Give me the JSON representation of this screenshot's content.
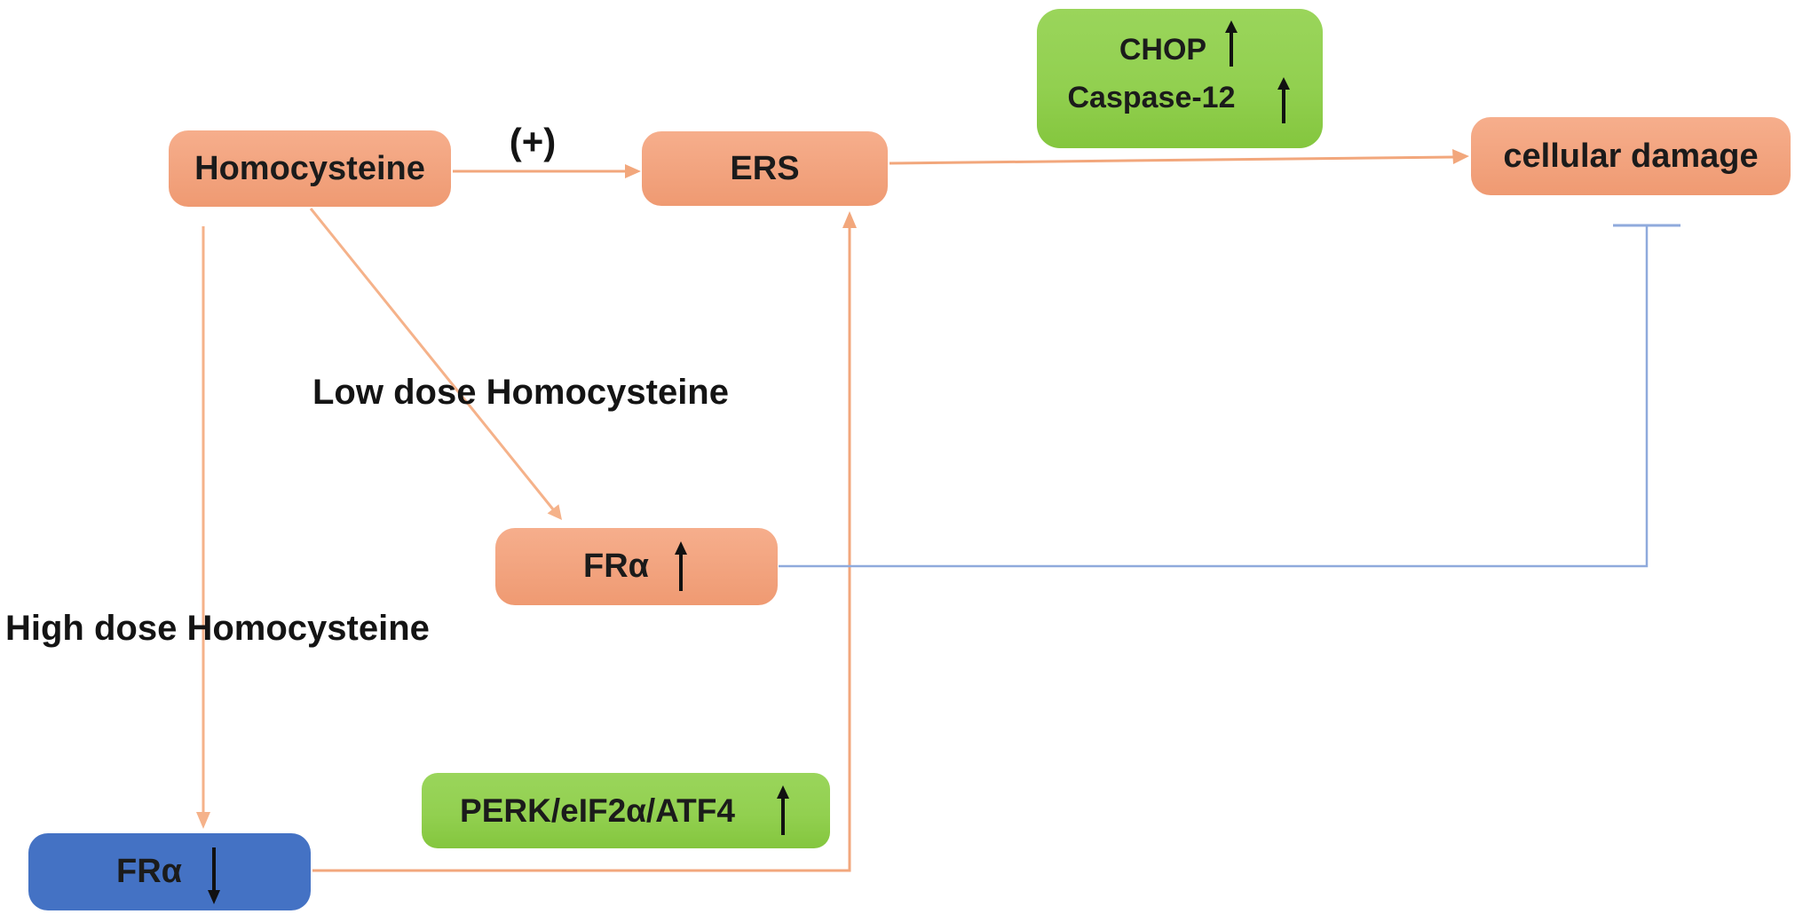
{
  "diagram": {
    "title": "Homocysteine / FRα / ERS pathway diagram",
    "nodes": {
      "homocysteine": {
        "label": "Homocysteine",
        "color": "salmon"
      },
      "ers": {
        "label": "ERS",
        "color": "salmon"
      },
      "chop_caspase": {
        "line1": "CHOP",
        "line2": "Caspase-12",
        "icon1": "up-arrow",
        "icon2": "up-arrow",
        "color": "green"
      },
      "cellular_damage": {
        "label": "cellular damage",
        "color": "salmon"
      },
      "fra_up": {
        "label": "FRα",
        "icon": "up-arrow",
        "color": "salmon"
      },
      "perk": {
        "label": "PERK/eIF2α/ATF4",
        "icon": "up-arrow",
        "color": "green"
      },
      "fra_down": {
        "label": "FRα",
        "icon": "down-arrow",
        "color": "blue"
      }
    },
    "labels": {
      "plus": "(+)",
      "low_dose": "Low dose Homocysteine",
      "high_dose": "High dose Homocysteine"
    },
    "edges": [
      {
        "from": "Homocysteine",
        "to": "ERS",
        "type": "activation",
        "label": "(+)"
      },
      {
        "from": "ERS",
        "to": "cellular damage",
        "type": "activation"
      },
      {
        "from": "Homocysteine",
        "to": "FRα ↑",
        "type": "activation",
        "label": "Low dose Homocysteine"
      },
      {
        "from": "Homocysteine",
        "to": "FRα ↓",
        "type": "activation",
        "label": "High dose Homocysteine"
      },
      {
        "from": "FRα ↓",
        "to": "ERS",
        "type": "activation"
      },
      {
        "from": "FRα ↑",
        "to": "cellular damage",
        "type": "inhibition"
      }
    ]
  },
  "colors": {
    "salmon_box": "#f2a37e",
    "green_box": "#92d050",
    "blue_box": "#4472c4",
    "orange_line": "#f2a77c",
    "blue_line": "#8faadc",
    "text": "#1b1b1b"
  }
}
